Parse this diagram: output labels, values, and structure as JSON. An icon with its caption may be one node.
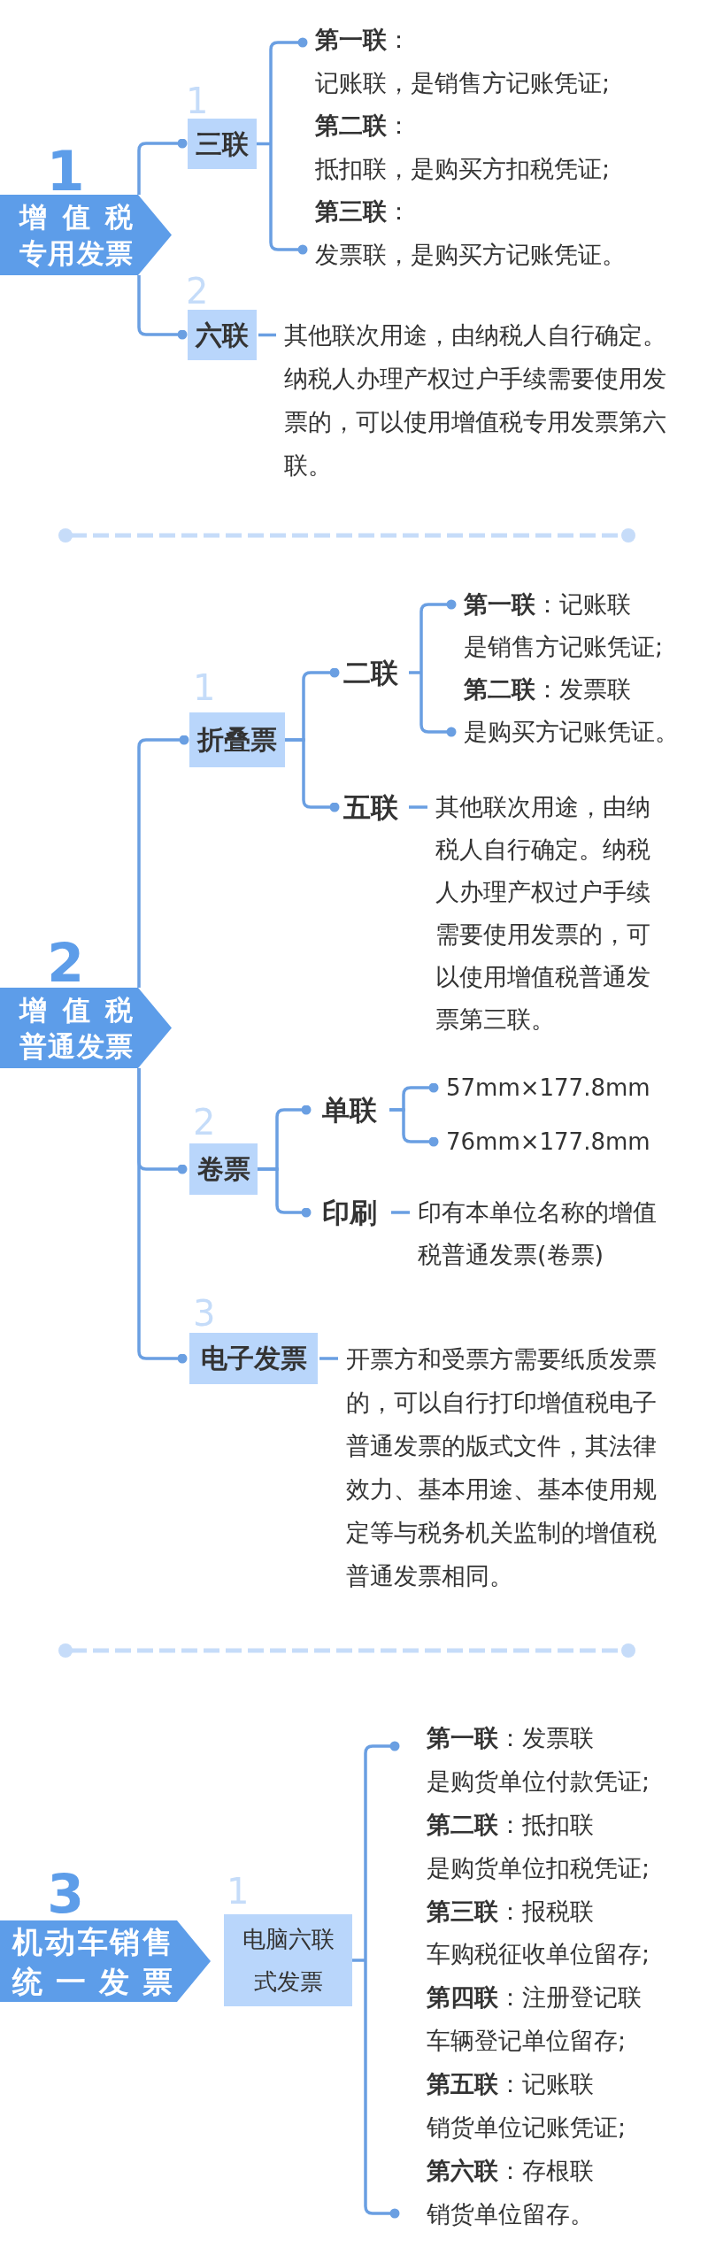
{
  "diagram": {
    "nodes": [
      {
        "text": [
          "增值税",
          "专用发票"
        ],
        "beside": [
          "1"
        ]
      },
      {
        "text": [
          "三联"
        ],
        "beside": [
          "1"
        ]
      },
      {
        "text": [
          "**第一联**：",
          "记账联，是销售方记账凭证;",
          "**第二联**：",
          "抵扣联，是购买方扣税凭证;",
          "**第三联**：",
          "发票联，是购买方记账凭证。"
        ]
      },
      {
        "text": [
          "六联"
        ],
        "beside": [
          "2"
        ]
      },
      {
        "text": [
          "其他联次用途，由纳税人自行确定。纳税人办理产权过户手续需要使用发票的，可以使用增值税专用发票第六联。"
        ]
      },
      {
        "text": [
          "增值税",
          "普通发票"
        ],
        "beside": [
          "2"
        ]
      },
      {
        "text": [
          "折叠票"
        ],
        "beside": [
          "1"
        ]
      },
      {
        "text": [
          "二联"
        ]
      },
      {
        "text": [
          "**第一联**：记账联",
          "是销售方记账凭证;",
          "**第二联**：发票联",
          "是购买方记账凭证。"
        ]
      },
      {
        "text": [
          "五联"
        ]
      },
      {
        "text": [
          "其他联次用途，由纳税人自行确定。纳税人办理产权过户手续需要使用发票的，可以使用增值税普通发票第三联。"
        ]
      },
      {
        "text": [
          "卷票"
        ],
        "beside": [
          "2"
        ]
      },
      {
        "text": [
          "单联"
        ]
      },
      {
        "text": [
          "57mm×177.8mm"
        ]
      },
      {
        "text": [
          "76mm×177.8mm"
        ]
      },
      {
        "text": [
          "印刷"
        ]
      },
      {
        "text": [
          "印有本单位名称的增值税普通发票(卷票)"
        ]
      },
      {
        "text": [
          "电子发票"
        ],
        "beside": [
          "3"
        ]
      },
      {
        "text": [
          "开票方和受票方需要纸质发票的，可以自行打印增值税电子普通发票的版式文件，其法律效力、基本用途、基本使用规定等与税务机关监制的增值税普通发票相同。"
        ]
      },
      {
        "text": [
          "机动车销售",
          "统一发票"
        ],
        "beside": [
          "3"
        ]
      },
      {
        "text": [
          "电脑六联式发票"
        ],
        "beside": [
          "1"
        ]
      },
      {
        "text": [
          "**第一联**：发票联",
          "是购货单位付款凭证;",
          "**第二联**：抵扣联",
          "是购货单位扣税凭证;",
          "**第三联**：报税联",
          "车购税征收单位留存;",
          "**第四联**：注册登记联",
          "车辆登记单位留存;",
          "**第五联**：记账联",
          "销货单位记账凭证;",
          "**第六联**：存根联",
          "销货单位留存。"
        ]
      }
    ],
    "edges": [
      {
        "from": 0,
        "to": 1,
        "arrow": "other"
      },
      {
        "from": 0,
        "to": 3,
        "arrow": "other"
      },
      {
        "from": 1,
        "to": 2,
        "arrow": "other"
      },
      {
        "from": 3,
        "to": 4,
        "arrow": "none"
      },
      {
        "from": 5,
        "to": 6,
        "arrow": "other"
      },
      {
        "from": 6,
        "to": 7,
        "arrow": "other"
      },
      {
        "from": 7,
        "to": 8,
        "arrow": "other"
      },
      {
        "from": 6,
        "to": 9,
        "arrow": "other"
      },
      {
        "from": 9,
        "to": 10,
        "arrow": "none"
      },
      {
        "from": 5,
        "to": 11,
        "arrow": "other"
      },
      {
        "from": 11,
        "to": 12,
        "arrow": "other"
      },
      {
        "from": 12,
        "to": 13,
        "arrow": "other"
      },
      {
        "from": 12,
        "to": 14,
        "arrow": "other"
      },
      {
        "from": 11,
        "to": 15,
        "arrow": "other"
      },
      {
        "from": 15,
        "to": 16,
        "arrow": "none"
      },
      {
        "from": 5,
        "to": 17,
        "arrow": "other"
      },
      {
        "from": 17,
        "to": 18,
        "arrow": "none"
      },
      {
        "from": 20,
        "to": 21,
        "arrow": "other"
      }
    ]
  }
}
